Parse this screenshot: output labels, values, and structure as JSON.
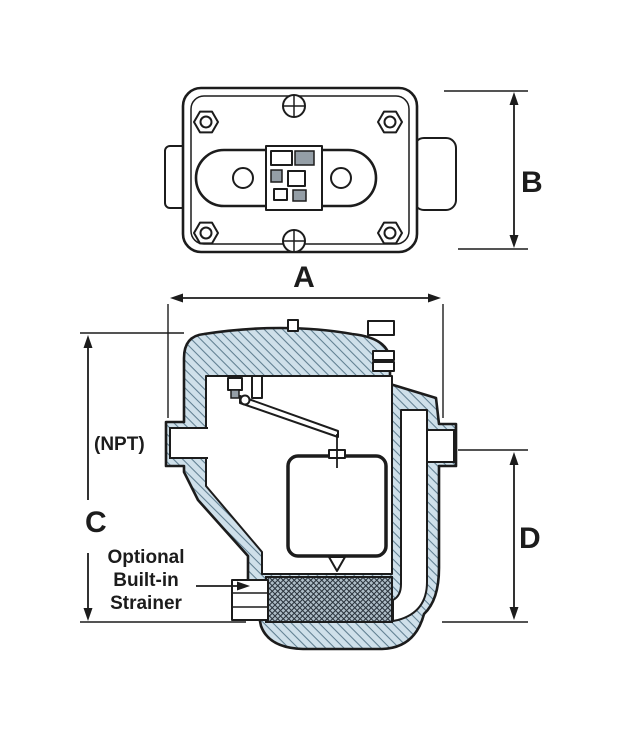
{
  "diagram": {
    "dim_labels": {
      "a": "A",
      "b": "B",
      "c": "C",
      "d": "D"
    },
    "annotations": {
      "npt": "(NPT)",
      "strainer": [
        "Optional",
        "Built-in",
        "Strainer"
      ]
    },
    "colors": {
      "line": "#1c1c1c",
      "body_fill": "#cfe0ea",
      "hatch_line": "#5f7e90",
      "strainer_fill": "#aebdc7",
      "strainer_line": "#2a333c",
      "detail_gray": "#949ea6",
      "background": "#ffffff"
    }
  }
}
